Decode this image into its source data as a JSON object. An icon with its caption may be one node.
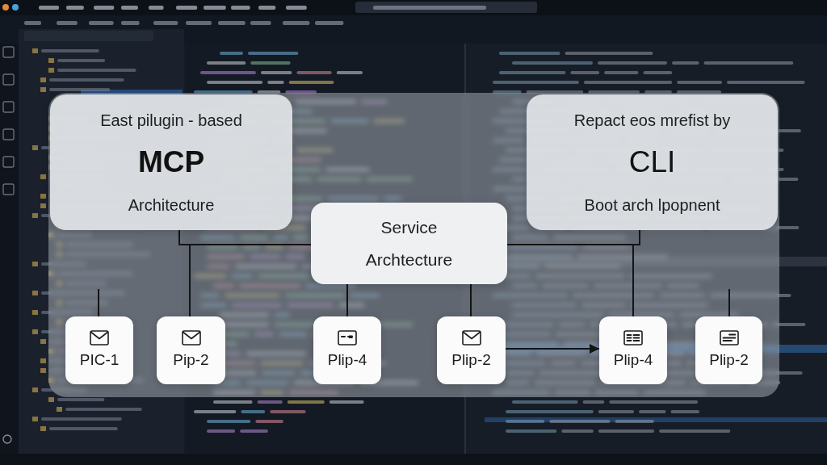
{
  "diagram": {
    "nodes": [
      {
        "text": [
          "East pilugin - based",
          "MCP",
          "Architecture"
        ]
      },
      {
        "text": [
          "Service Archtecture"
        ]
      },
      {
        "text": [
          "Repact eos mrefist by",
          "CLI",
          "Boot arch lpopnent"
        ]
      },
      {
        "text": [
          "PIC-1"
        ]
      },
      {
        "text": [
          "Pip-2"
        ]
      },
      {
        "text": [
          "Plip-4"
        ]
      },
      {
        "text": [
          "Plip-2"
        ]
      },
      {
        "text": [
          "Plip-4"
        ]
      },
      {
        "text": [
          "Plip-2"
        ]
      }
    ],
    "edges": [
      {
        "from": 0,
        "to": 1,
        "arrow": "none"
      },
      {
        "from": 0,
        "to": 4,
        "arrow": "none"
      },
      {
        "from": 1,
        "to": 5,
        "arrow": "none"
      },
      {
        "from": 2,
        "to": 1,
        "arrow": "none"
      },
      {
        "from": 2,
        "to": 7,
        "arrow": "none"
      },
      {
        "from": 1,
        "to": 6,
        "arrow": "none"
      },
      {
        "from": 6,
        "to": 7,
        "arrow": "to"
      },
      {
        "from": null,
        "to": 3,
        "arrow": "none"
      },
      {
        "from": null,
        "to": 8,
        "arrow": "none"
      }
    ]
  }
}
